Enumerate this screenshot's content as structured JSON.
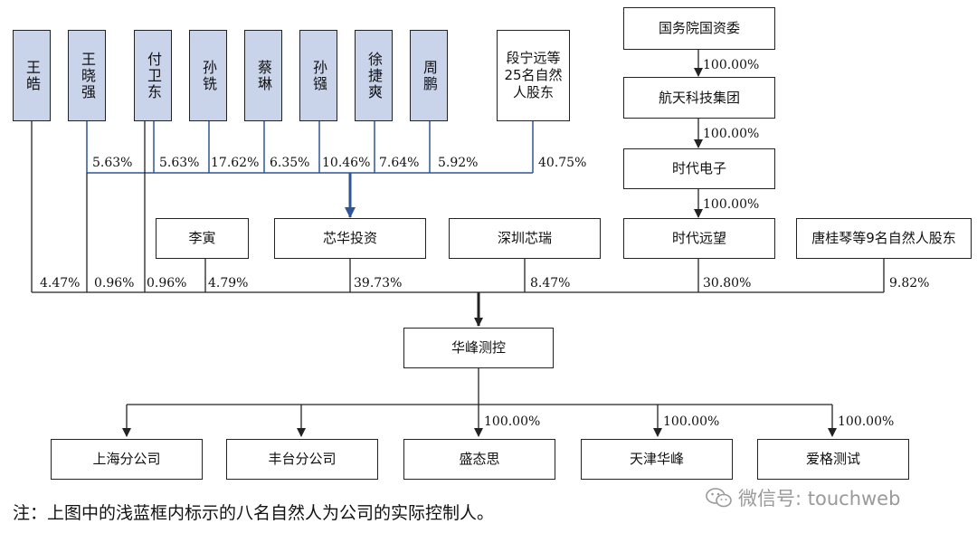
{
  "persons": [
    "王皓",
    "王晓强",
    "付卫东",
    "孙铣",
    "蔡琳",
    "孙镪",
    "徐捷爽",
    "周鹏"
  ],
  "natural_holders": "段宁远等25名自然人股东",
  "state_chain": {
    "sasac": "国务院国资委",
    "group": "航天科技集团",
    "times_electronics": "时代电子",
    "times_yuanwang": "时代远望",
    "pct_sasac_group": "100.00%",
    "pct_group_electronics": "100.00%",
    "pct_electronics_yuanwang": "100.00%"
  },
  "middle": {
    "li_yin": "李寅",
    "xinhua": "芯华投资",
    "shenzhen": "深圳芯瑞",
    "tang": "唐桂琴等9名自然人股东"
  },
  "xinhua_pcts": [
    "5.63%",
    "5.63%",
    "17.62%",
    "6.35%",
    "10.46%",
    "7.64%",
    "5.92%",
    "40.75%"
  ],
  "huafeng_pcts": {
    "wang_hao": "4.47%",
    "wang_xiaoqiang": "0.96%",
    "fu_weidong": "0.96%",
    "li_yin": "4.79%",
    "xinhua": "39.73%",
    "shenzhen": "8.47%",
    "yuanwang": "30.80%",
    "tang": "9.82%"
  },
  "company": "华峰测控",
  "subsidiaries": [
    {
      "name": "上海分公司",
      "pct": ""
    },
    {
      "name": "丰台分公司",
      "pct": ""
    },
    {
      "name": "盛态思",
      "pct": "100.00%"
    },
    {
      "name": "天津华峰",
      "pct": "100.00%"
    },
    {
      "name": "爱格测试",
      "pct": "100.00%"
    }
  ],
  "note": "注：上图中的浅蓝框内标示的八名自然人为公司的实际控制人。",
  "watermark": "微信号: touchweb",
  "colors": {
    "person_fill": "#c9d4eb",
    "blue_line": "#2f5597",
    "line": "#222222"
  }
}
